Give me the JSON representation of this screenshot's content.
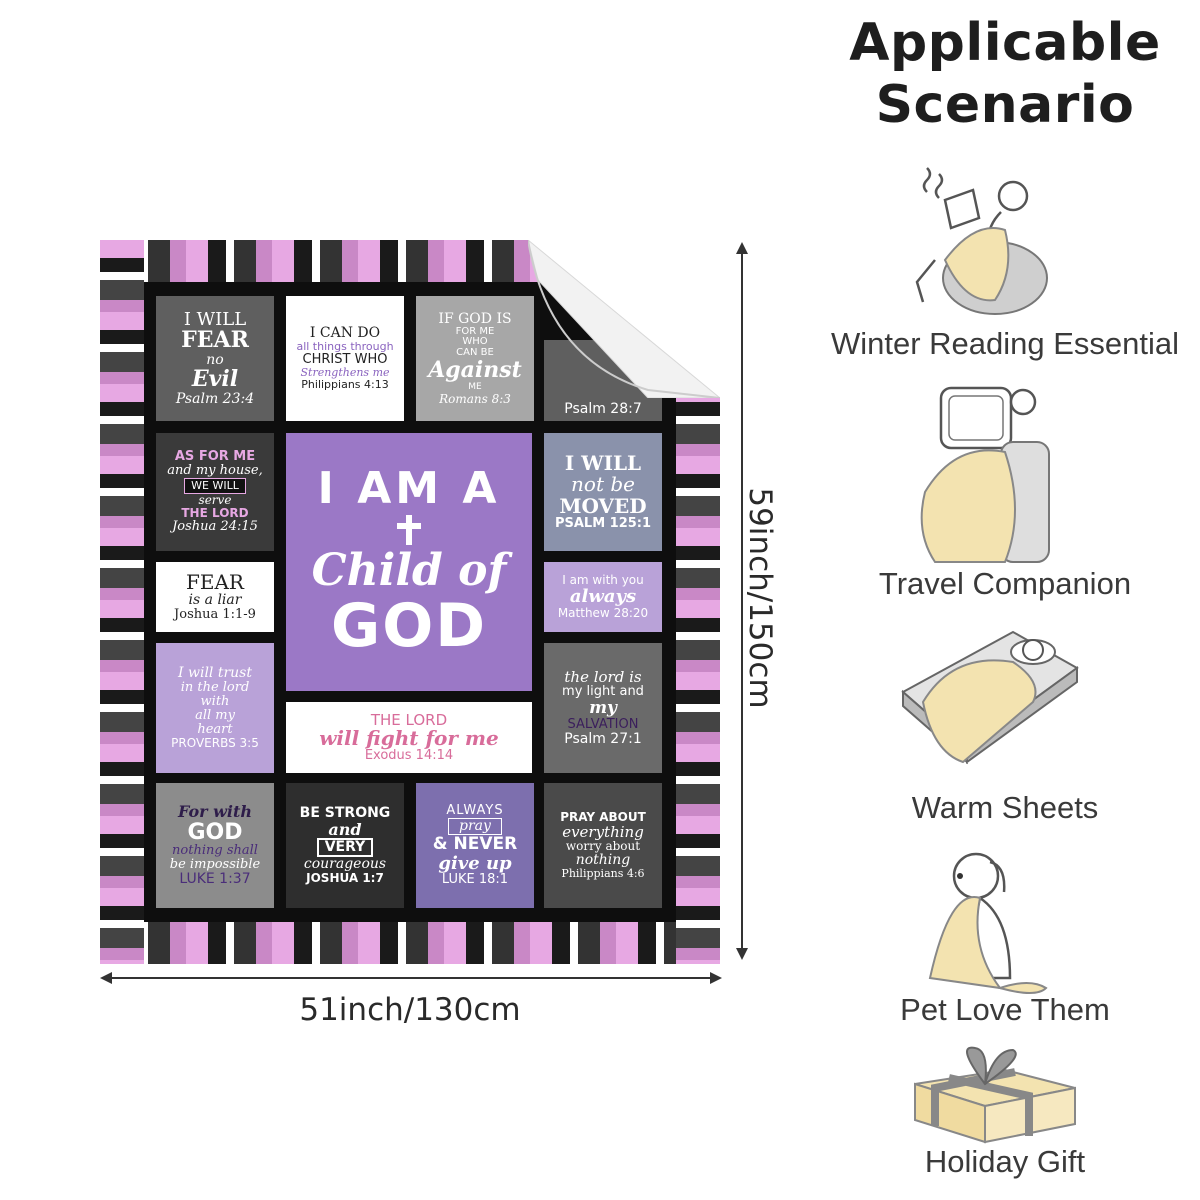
{
  "heading": {
    "line1": "Applicable",
    "line2": "Scenario"
  },
  "scenarios": [
    {
      "label": "Winter Reading Essential",
      "icon": "reading-beanbag-icon"
    },
    {
      "label": "Travel Companion",
      "icon": "airplane-seat-icon"
    },
    {
      "label": "Warm Sheets",
      "icon": "bed-sleeping-icon"
    },
    {
      "label": "Pet Love Them",
      "icon": "dog-blanket-icon"
    },
    {
      "label": "Holiday Gift",
      "icon": "gift-box-icon"
    }
  ],
  "dimensions": {
    "width": "51inch/130cm",
    "height": "59inch/150cm"
  },
  "colors": {
    "purple": "#9b78c6",
    "pink": "#e7a8e3",
    "dark": "#0e0e0e",
    "grey": "#5f5f5f",
    "blanket_yellow": "#f3e3b0"
  },
  "panels": {
    "p1": {
      "l1": "I WILL",
      "l2": "FEAR",
      "l3": "no",
      "l4": "Evil",
      "l5": "Psalm 23:4"
    },
    "p2": {
      "l1": "I CAN DO",
      "l2": "all things through",
      "l3": "CHRIST WHO",
      "l4": "Strengthens me",
      "l5": "Philippians 4:13"
    },
    "p3": {
      "l1": "IF GOD IS",
      "l2": "FOR ME",
      "l3": "WHO",
      "l4": "CAN BE",
      "l5": "Against",
      "l6": "ME",
      "l7": "Romans 8:3"
    },
    "p4": {
      "l1": "Psalm 28:7"
    },
    "p5": {
      "l1": "AS FOR ME",
      "l2": "and my house,",
      "l3": "WE WILL",
      "l4": "serve",
      "l5": "THE LORD",
      "l6": "Joshua 24:15"
    },
    "p6": {
      "l1": "I AM A",
      "l2": "Child of",
      "l3": "GOD"
    },
    "p7": {
      "l1": "I WILL",
      "l2": "not be",
      "l3": "MOVED",
      "l4": "PSALM 125:1"
    },
    "p8": {
      "l1": "FEAR",
      "l2": "is a liar",
      "l3": "Joshua 1:1-9"
    },
    "p9": {
      "l1": "I am with you",
      "l2": "always",
      "l3": "Matthew 28:20"
    },
    "p10": {
      "l1": "I will trust",
      "l2": "in the lord",
      "l3": "with",
      "l4": "all my",
      "l5": "heart",
      "l6": "PROVERBS 3:5"
    },
    "p11": {
      "l1": "the lord is",
      "l2": "my light and",
      "l3": "my",
      "l4": "SALVATION",
      "l5": "Psalm 27:1"
    },
    "p12": {
      "l1": "THE LORD",
      "l2": "will fight for me",
      "l3": "Exodus 14:14"
    },
    "p13": {
      "l1": "For with",
      "l2": "GOD",
      "l3": "nothing shall",
      "l4": "be impossible",
      "l5": "LUKE 1:37"
    },
    "p14": {
      "l1": "BE STRONG",
      "l2": "and",
      "l3": "VERY",
      "l4": "courageous",
      "l5": "JOSHUA 1:7"
    },
    "p15": {
      "l1": "ALWAYS",
      "l2": "pray",
      "l3": "& NEVER",
      "l4": "give up",
      "l5": "LUKE 18:1"
    },
    "p16": {
      "l1": "PRAY ABOUT",
      "l2": "everything",
      "l3": "worry about",
      "l4": "nothing",
      "l5": "Philippians 4:6"
    }
  }
}
